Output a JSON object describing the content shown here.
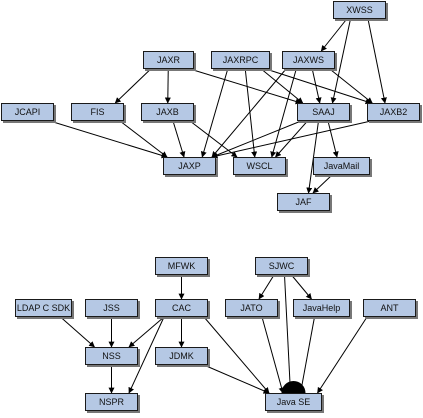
{
  "nodes": {
    "xwss": "XWSS",
    "jaxr": "JAXR",
    "jaxrpc": "JAXRPC",
    "jaxws": "JAXWS",
    "jcapi": "JCAPI",
    "fis": "FIS",
    "jaxb": "JAXB",
    "saaj": "SAAJ",
    "jaxb2": "JAXB2",
    "jaxp": "JAXP",
    "wscl": "WSCL",
    "javamail": "JavaMail",
    "jaf": "JAF",
    "mfwk": "MFWK",
    "sjwc": "SJWC",
    "ldap": "LDAP C SDK",
    "jss": "JSS",
    "cac": "CAC",
    "jato": "JATO",
    "javahelp": "JavaHelp",
    "ant": "ANT",
    "nss": "NSS",
    "jdmk": "JDMK",
    "nspr": "NSPR",
    "javase": "Java SE"
  },
  "edges": [
    [
      "xwss",
      "jaxws"
    ],
    [
      "xwss",
      "saaj"
    ],
    [
      "xwss",
      "jaxb2"
    ],
    [
      "jaxr",
      "fis"
    ],
    [
      "jaxr",
      "jaxb"
    ],
    [
      "jaxr",
      "saaj"
    ],
    [
      "jaxrpc",
      "saaj"
    ],
    [
      "jaxrpc",
      "jaxp"
    ],
    [
      "jaxrpc",
      "wscl"
    ],
    [
      "jaxrpc",
      "jaxb2"
    ],
    [
      "jaxws",
      "jaxp"
    ],
    [
      "jaxws",
      "wscl"
    ],
    [
      "jaxws",
      "saaj"
    ],
    [
      "jaxws",
      "jaxb2"
    ],
    [
      "jcapi",
      "jaxp"
    ],
    [
      "fis",
      "jaxp"
    ],
    [
      "jaxb",
      "jaxp"
    ],
    [
      "jaxb",
      "wscl"
    ],
    [
      "saaj",
      "jaxp"
    ],
    [
      "saaj",
      "wscl"
    ],
    [
      "saaj",
      "javamail"
    ],
    [
      "saaj",
      "jaf"
    ],
    [
      "jaxb2",
      "jaxp"
    ],
    [
      "javamail",
      "jaf"
    ],
    [
      "mfwk",
      "cac"
    ],
    [
      "ldap",
      "nss"
    ],
    [
      "jss",
      "nss"
    ],
    [
      "cac",
      "nss"
    ],
    [
      "cac",
      "jdmk"
    ],
    [
      "cac",
      "nspr"
    ],
    [
      "cac",
      "javase"
    ],
    [
      "nss",
      "nspr"
    ],
    [
      "sjwc",
      "jato"
    ],
    [
      "sjwc",
      "javahelp"
    ],
    [
      "sjwc",
      "javase"
    ],
    [
      "jato",
      "javase"
    ],
    [
      "javahelp",
      "javase"
    ],
    [
      "ant",
      "javase"
    ],
    [
      "jdmk",
      "javase"
    ]
  ],
  "colors": {
    "node_fill": "#b5c8e4",
    "node_border": "#1a1a1a",
    "edge": "#000000"
  }
}
